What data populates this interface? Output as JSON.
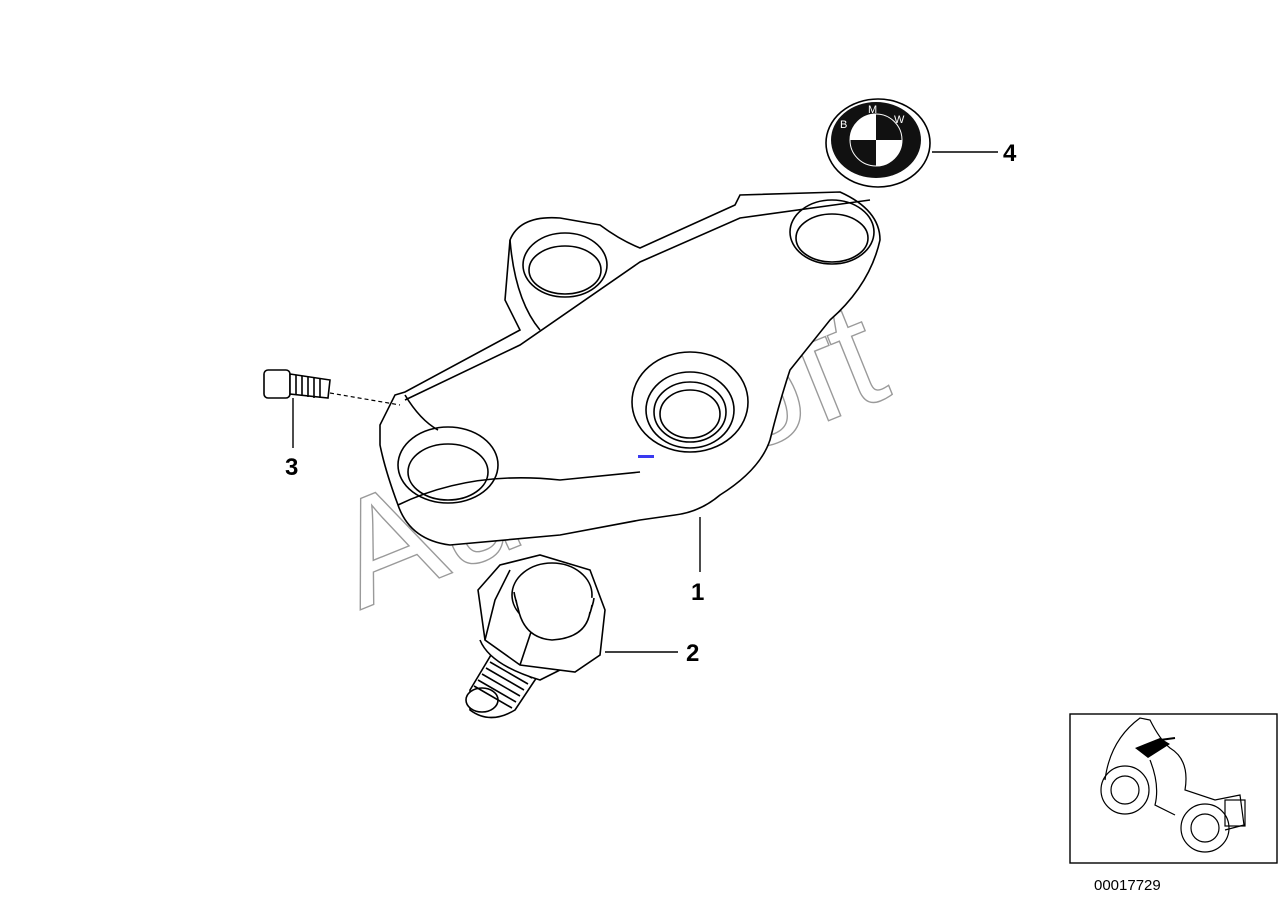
{
  "watermark": "AutoSoft",
  "parts": [
    {
      "number": "1"
    },
    {
      "number": "2"
    },
    {
      "number": "3"
    },
    {
      "number": "4"
    }
  ],
  "emblem_letters": [
    "B",
    "M",
    "W"
  ],
  "diagram_id": "00017729"
}
